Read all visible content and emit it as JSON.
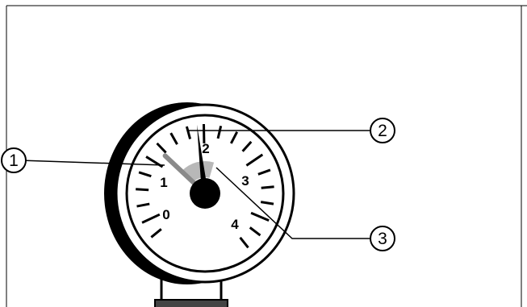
{
  "gauge": {
    "scale_labels": [
      "0",
      "1",
      "2",
      "3",
      "4"
    ],
    "main_needle_value": 1.9,
    "marker_needle_value": 1.2,
    "green_zone_range": [
      1.2,
      2.3
    ]
  },
  "callouts": [
    {
      "number": "1",
      "refers_to": "marker-needle"
    },
    {
      "number": "2",
      "refers_to": "main-needle"
    },
    {
      "number": "3",
      "refers_to": "green-zone"
    }
  ],
  "colors": {
    "ink": "#000000",
    "zone": "#b8b8b8",
    "marker_needle": "#8a8a8a"
  }
}
